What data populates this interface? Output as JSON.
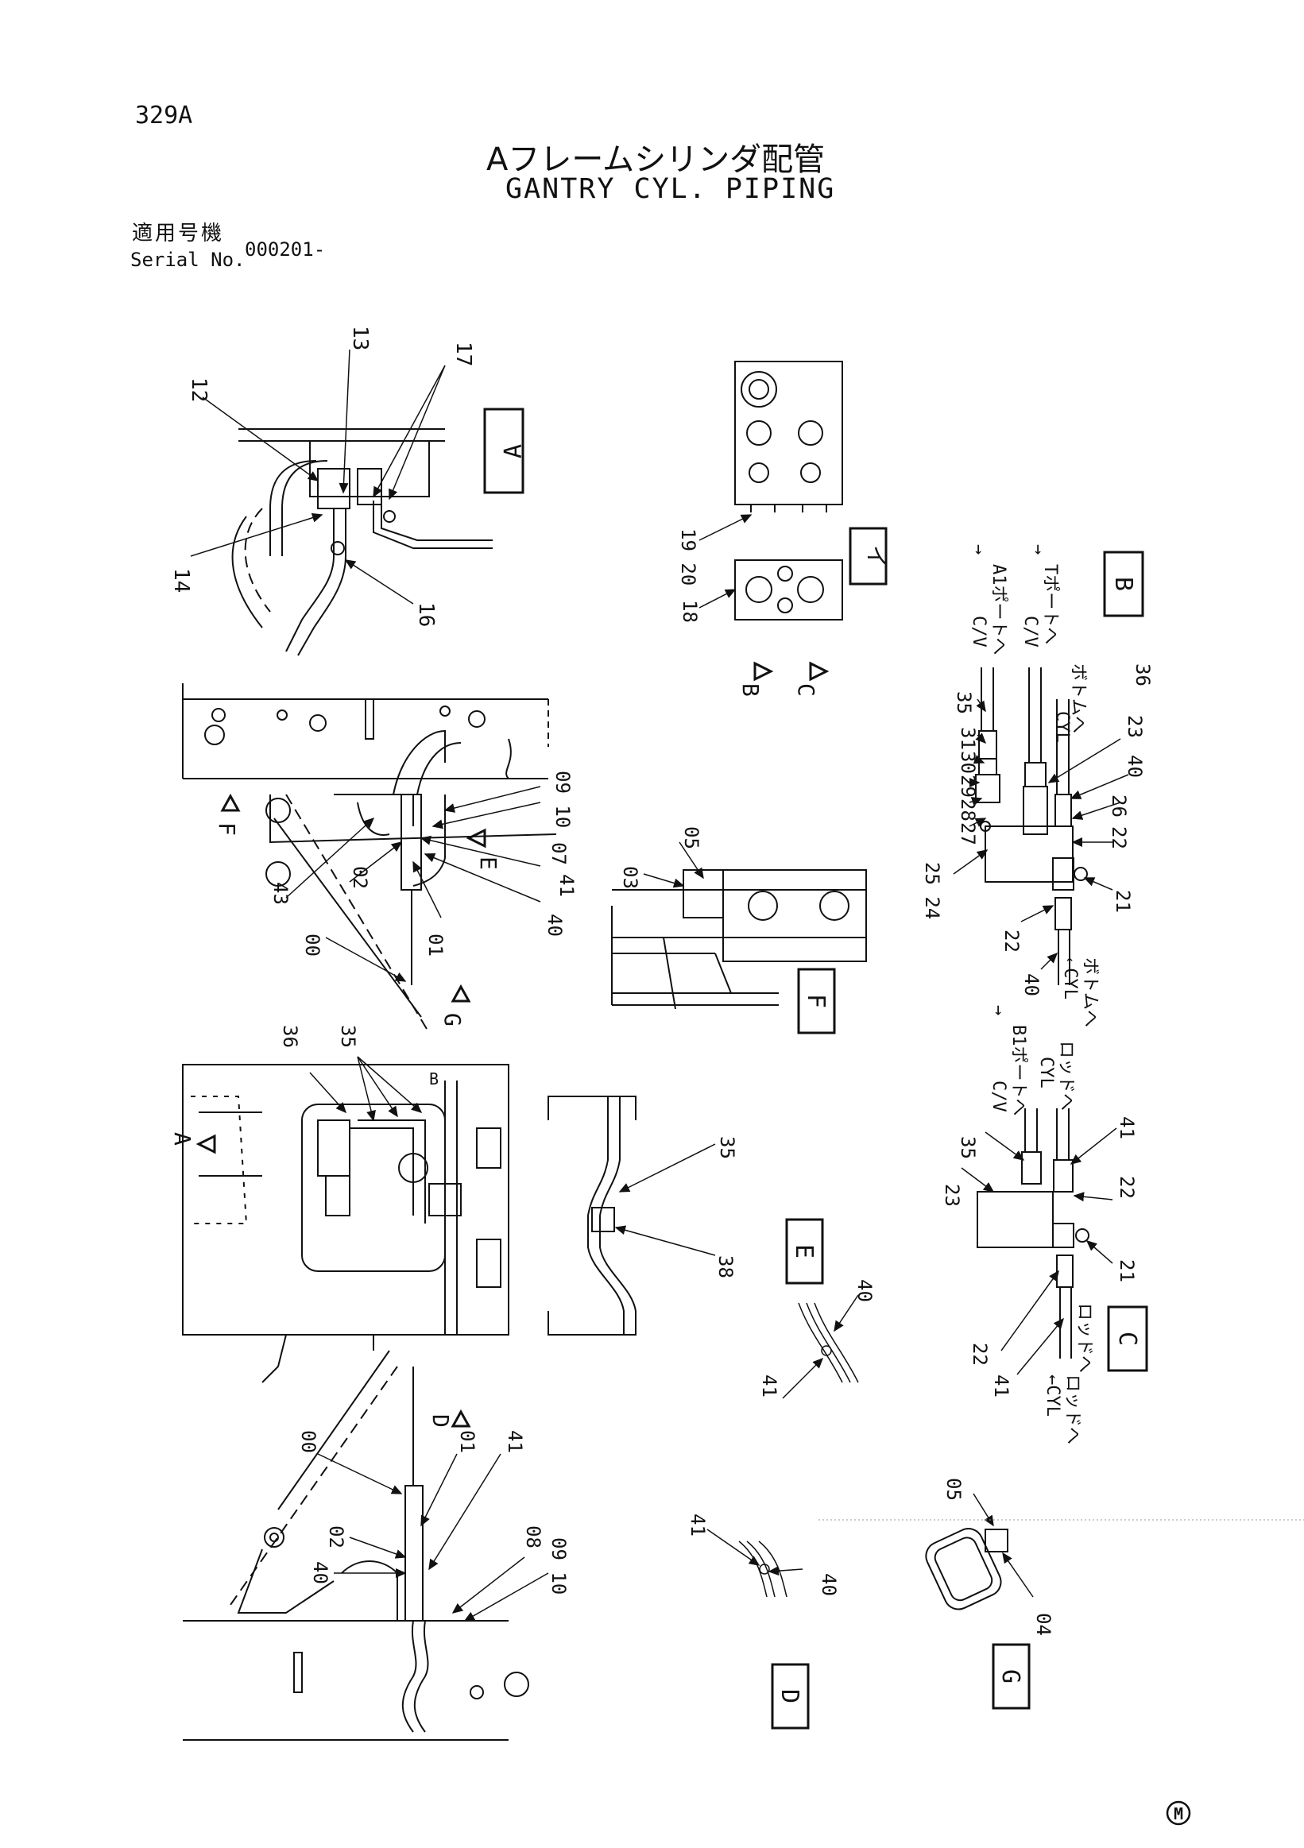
{
  "header": {
    "page_code": "329A",
    "title_jp": "Aフレームシリンダ配管",
    "title_en": "GANTRY CYL. PIPING",
    "serial_label_jp": "適用号機",
    "serial_label_en": "Serial No.",
    "serial_value": "000201-"
  },
  "views": {
    "A": "A",
    "B": "B",
    "C": "C",
    "D": "D",
    "E": "E",
    "F": "F",
    "G": "G",
    "i": "イ"
  },
  "view_markers": {
    "A": "A",
    "B": "B",
    "C": "C",
    "D": "D",
    "E": "E",
    "F": "F",
    "G": "G"
  },
  "parts": {
    "v12": "12",
    "v13": "13",
    "v17": "17",
    "v14": "14",
    "v16": "16",
    "v19_20": "19 20",
    "v18": "18",
    "v09_10_top": "09 10",
    "v07": "07",
    "v02_top": "02",
    "v43": "43",
    "v00_top": "00",
    "v01_top": "01",
    "v40_top": "40",
    "v41_top": "41",
    "v05_f": "05",
    "v03_f": "03",
    "v36_main": "36",
    "v35_main": "35",
    "v35_e": "35",
    "v38_e": "38",
    "v40_e": "40",
    "v41_e": "41",
    "v00_bot": "00",
    "v01_bot": "01",
    "v41_bot": "41",
    "v02_bot": "02",
    "v40_bot": "40",
    "v08_bot": "08",
    "v09_10_bot": "09 10",
    "v41_d": "41",
    "v40_d": "40",
    "v05_g": "05",
    "v04_g": "04",
    "v35_b": "35",
    "v31_b": "31",
    "v30_b": "30",
    "v29_b": "29",
    "v28_b": "28",
    "v27_b": "27",
    "v25_24_b": "25 24",
    "v22_b_top": "22",
    "v26_b": "26",
    "v40_b_right": "40",
    "v23_b": "23",
    "v36_b": "36",
    "v21_b": "21",
    "v22_b_low": "22",
    "v40_b_bottom": "40",
    "v23_c": "23",
    "v35_c": "35",
    "v41_c_top": "41",
    "v22_c_right": "22",
    "v21_c": "21",
    "v22_c_low": "22",
    "v41_c_low": "41"
  },
  "annotations": {
    "b_cv_a1": "C/V",
    "b_a1_port": "A1ポートへ",
    "b_cv_t": "C/V",
    "b_t_port": "Tポートへ",
    "b_cyl_bottom_top": "CYL",
    "b_bottom_top": "ボトムへ",
    "b_cyl_bottom_low": "←CYL",
    "b_bottom_low": "ボトムへ",
    "b_cv_b1": "C/V",
    "b_b1_port": "B1ポートへ",
    "b_cyl_rod": "CYL",
    "b_rod": "ロッドへ",
    "c_cyl_rod": "←CYL",
    "c_rod": "ロッドへ",
    "arrow_up": "→",
    "main_b_mark": "B"
  },
  "footer": {
    "mark": "M"
  }
}
